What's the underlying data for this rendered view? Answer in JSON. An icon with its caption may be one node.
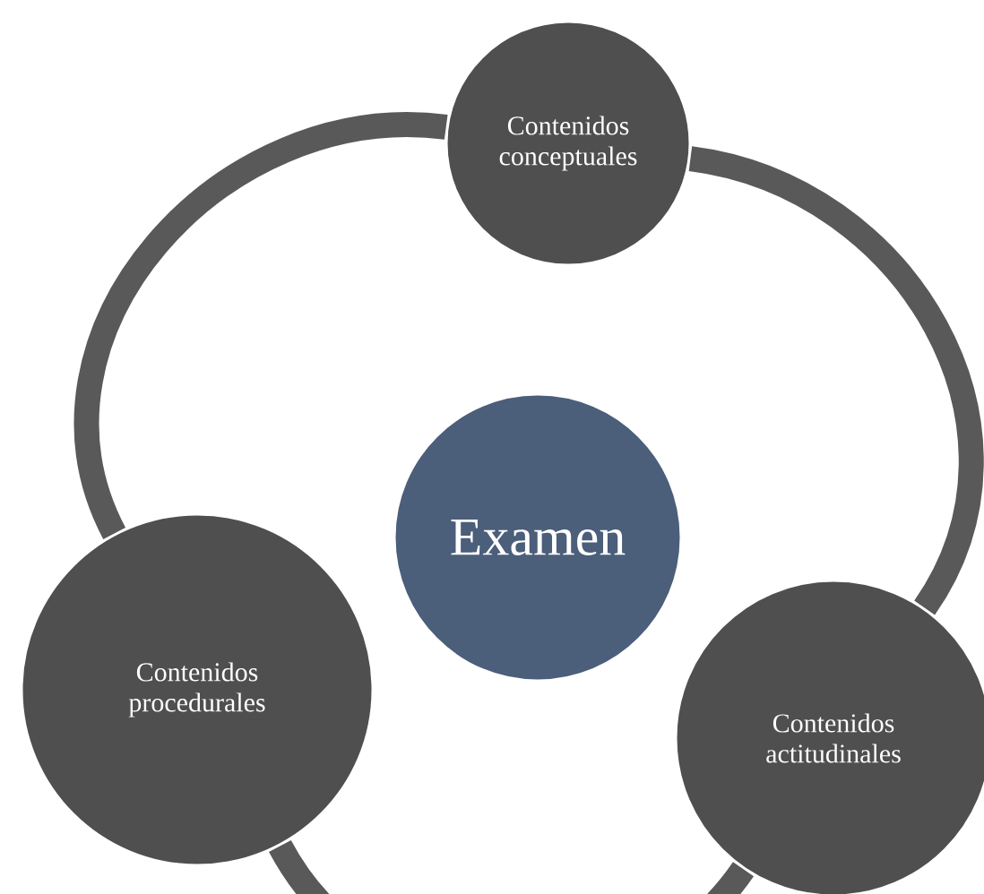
{
  "diagram": {
    "nodes": [
      {
        "text": [
          "Contenidos conceptuales"
        ]
      },
      {
        "text": [
          "Examen"
        ]
      },
      {
        "text": [
          "Contenidos procedurales"
        ]
      },
      {
        "text": [
          "Contenidos actitudinales"
        ]
      }
    ],
    "edges": [
      {
        "from": 0,
        "to": 3,
        "arrow": "none"
      },
      {
        "from": 3,
        "to": 2,
        "arrow": "none"
      },
      {
        "from": 2,
        "to": 0,
        "arrow": "none"
      }
    ]
  }
}
